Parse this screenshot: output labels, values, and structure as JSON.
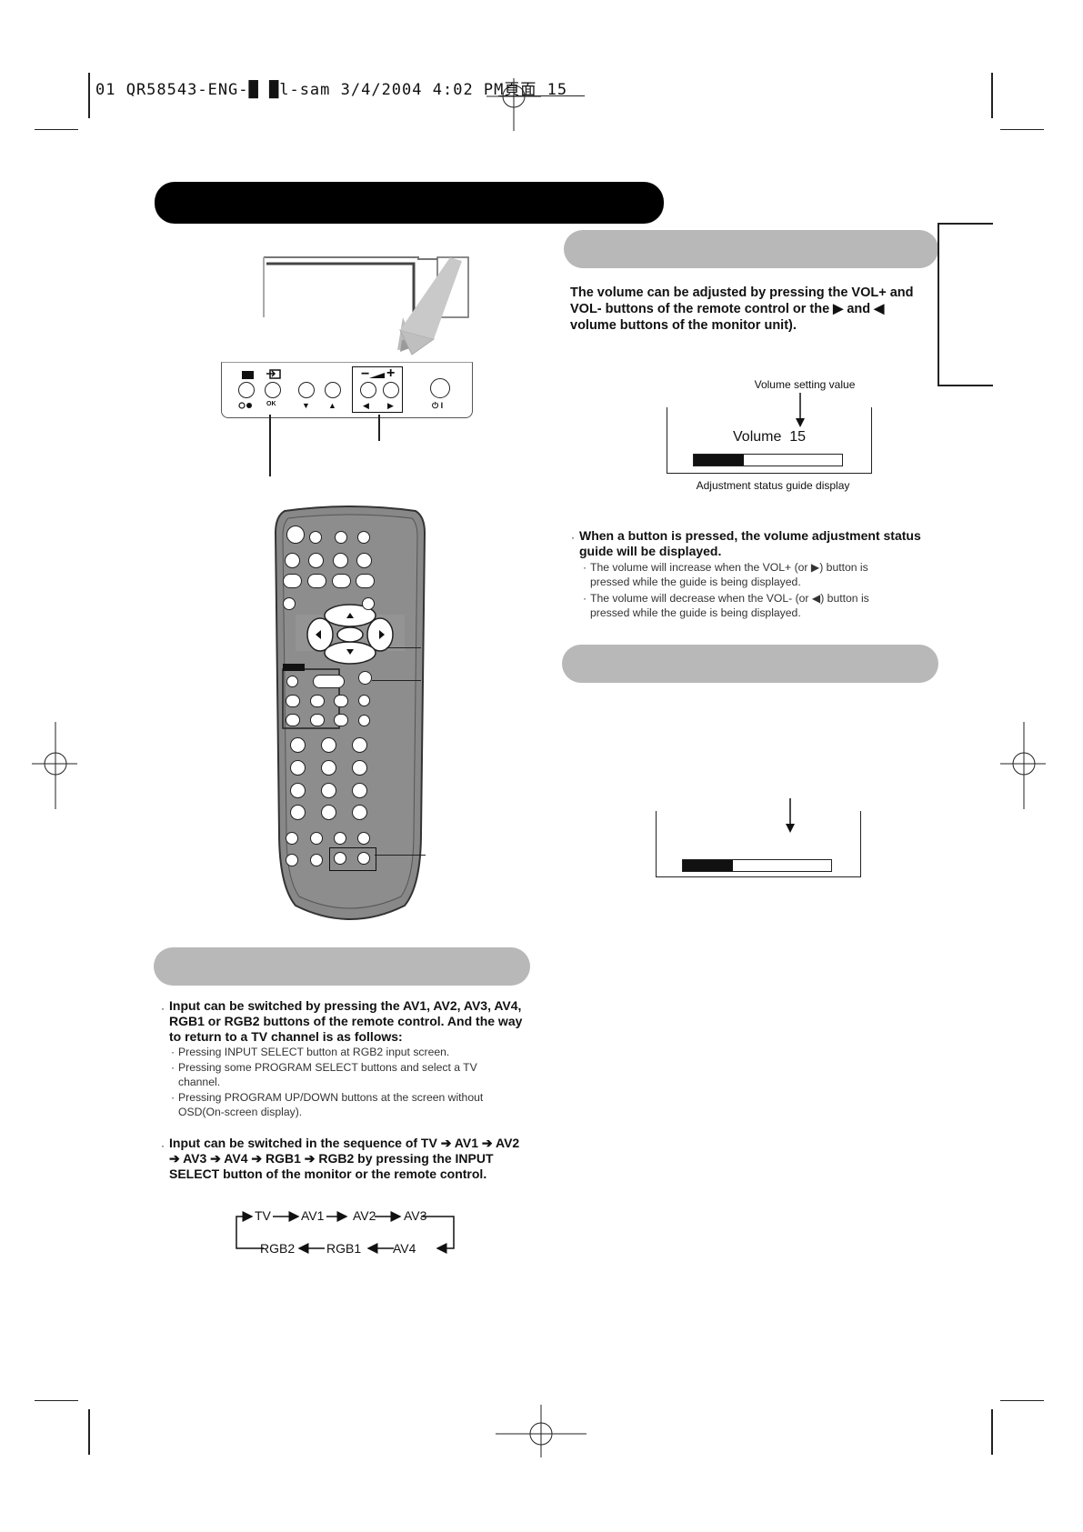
{
  "header": {
    "slug": "01 QR58543-ENG-█ █l-sam  3/4/2004  4:02 PM",
    "page_glyph": "頁面",
    "page_number": "15"
  },
  "volume_section": {
    "intro": "The volume can be adjusted by pressing the VOL+ and VOL- buttons of the remote control or the ▶ and ◀ volume buttons of the monitor unit).",
    "setting_value_label": "Volume setting value",
    "osd_label": "Volume",
    "osd_value": "15",
    "osd_level": 0.34,
    "guide_caption": "Adjustment status guide display",
    "bullet_main": "When a button is pressed, the volume adjustment status guide will be displayed.",
    "sub_bullets": [
      "The volume will increase when the VOL+ (or ▶) button is pressed while the guide is being displayed.",
      "The volume will decrease when the VOL- (or ◀) button is pressed while the guide is being displayed."
    ]
  },
  "second_osd": {
    "level": 0.34
  },
  "monitor_panel": {
    "ok_label": "OK",
    "minus_label": "−",
    "plus_label": "+",
    "left_label": "◀",
    "right_label": "▶",
    "down_label": "▼",
    "up_label": "▲",
    "power_label": "⏻ I"
  },
  "input_section": {
    "bullet1": "Input can be switched by pressing the AV1, AV2, AV3, AV4, RGB1 or RGB2 buttons of the remote control. And the way to return to a TV channel is as follows:",
    "sub_bullets": [
      "Pressing INPUT SELECT button at RGB2 input screen.",
      "Pressing some PROGRAM SELECT buttons and select a TV channel.",
      "Pressing PROGRAM UP/DOWN buttons at the screen without OSD(On-screen display)."
    ],
    "bullet2": "Input can be switched in the sequence of TV ➔ AV1 ➔ AV2 ➔ AV3 ➔ AV4 ➔ RGB1 ➔ RGB2 by pressing the INPUT SELECT button of the monitor or the remote control.",
    "cycle": {
      "tv": "TV",
      "av1": "AV1",
      "av2": "AV2",
      "av3": "AV3",
      "av4": "AV4",
      "rgb1": "RGB1",
      "rgb2": "RGB2"
    }
  }
}
